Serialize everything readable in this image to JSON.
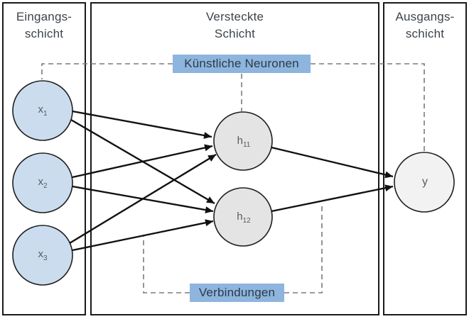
{
  "diagram": {
    "panels": [
      {
        "id": "input",
        "title_line1": "Eingangs-",
        "title_line2": "schicht"
      },
      {
        "id": "hidden",
        "title_line1": "Versteckte",
        "title_line2": "Schicht"
      },
      {
        "id": "output",
        "title_line1": "Ausgangs-",
        "title_line2": "schicht"
      }
    ],
    "nodes": {
      "inputs": [
        {
          "base": "x",
          "sub": "1"
        },
        {
          "base": "x",
          "sub": "2"
        },
        {
          "base": "x",
          "sub": "3"
        }
      ],
      "hidden": [
        {
          "base": "h",
          "sub": "11"
        },
        {
          "base": "h",
          "sub": "12"
        }
      ],
      "output": {
        "base": "y",
        "sub": ""
      }
    },
    "callouts": {
      "neurons": {
        "label": "Künstliche Neuronen"
      },
      "connections": {
        "label": "Verbindungen"
      }
    },
    "structure": {
      "edges": [
        "x1→h11",
        "x1→h12",
        "x2→h11",
        "x2→h12",
        "x3→h11",
        "x3→h12",
        "h11→y",
        "h12→y"
      ]
    },
    "colors": {
      "input_node_fill": "#cbdcee",
      "hidden_node_fill": "#e4e4e4",
      "output_node_fill": "#f2f2f2",
      "node_stroke": "#1f1f1f",
      "callout_bg": "#8db5de",
      "callout_text": "#2e3944",
      "title_text": "#3d434b",
      "dashed_line": "#7a7a7a",
      "arrow": "#111111",
      "panel_border": "#1a1a1a"
    }
  }
}
